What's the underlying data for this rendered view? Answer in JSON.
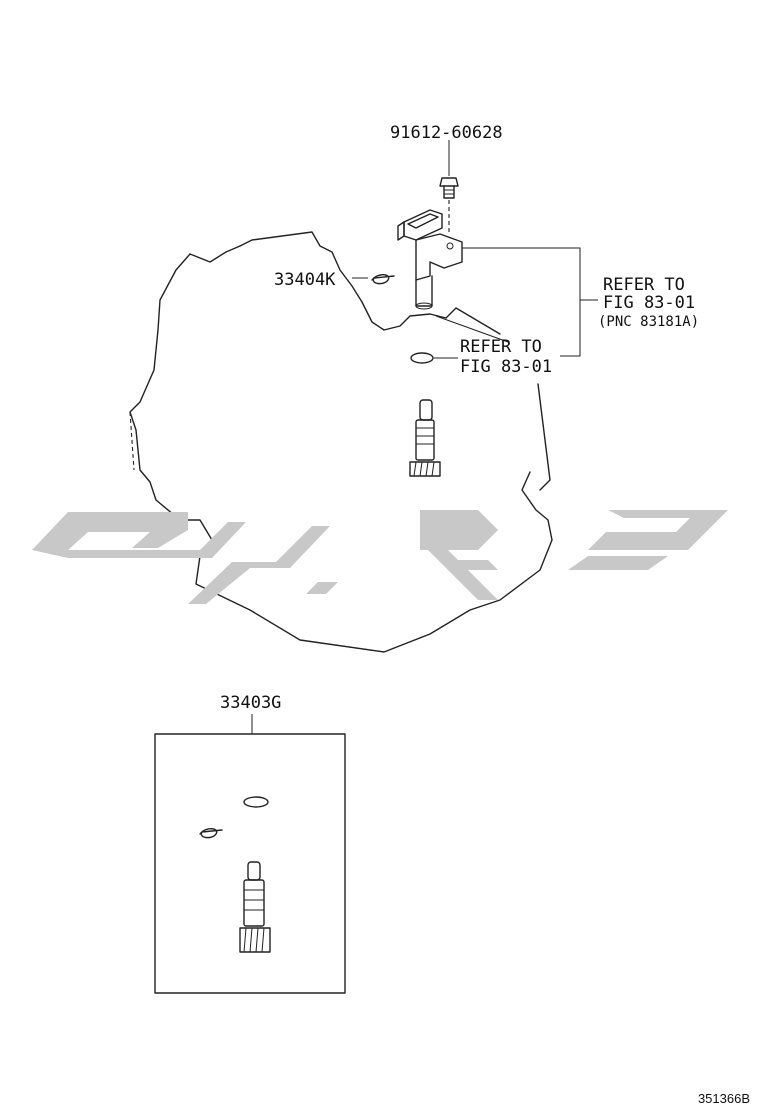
{
  "callouts": {
    "sensor_bolt": "91612-60628",
    "clip": "33404K",
    "kit": "33403G",
    "refer_upper_line1": "REFER TO",
    "refer_upper_line2": "FIG 83-01",
    "refer_upper_line3": "(PNC 83181A)",
    "refer_lower_line1": "REFER TO",
    "refer_lower_line2": "FIG 83-01"
  },
  "drawing_id": "351366B",
  "watermark": {
    "color": "#c8c8c8"
  },
  "icons": {
    "transmission_case": "transmission-case-outline",
    "speed_sensor": "speed-sensor-icon",
    "bolt": "bolt-icon",
    "o_ring": "o-ring-icon",
    "driven_gear": "driven-gear-icon",
    "clip": "clip-icon"
  }
}
